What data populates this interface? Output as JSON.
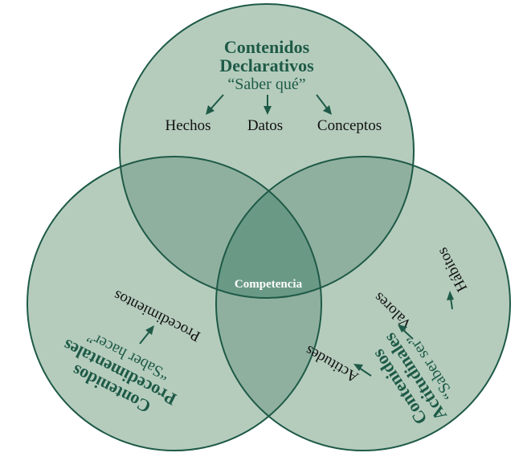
{
  "declarativos": {
    "line1": "Contenidos",
    "line2": "Declarativos",
    "line3": "“Saber qué”",
    "items": [
      "Hechos",
      "Datos",
      "Conceptos"
    ]
  },
  "procedimentales": {
    "line1": "Contenidos",
    "line2": "Procedimentales",
    "line3": "“Saber hacer”",
    "item": "Procedimientos"
  },
  "actitudinales": {
    "line1": "Contenidos",
    "line2": "Actitudinales",
    "line3": "“Saber ser”",
    "items": [
      "Actitudes",
      "Valores",
      "Hábitos"
    ]
  },
  "center": {
    "label": "Competencia"
  },
  "colors": {
    "circle_fill": "#b5ccbd",
    "circle_stroke": "#1e5a47",
    "center_fill": "#6a9a86",
    "text_green": "#1e5a47"
  }
}
